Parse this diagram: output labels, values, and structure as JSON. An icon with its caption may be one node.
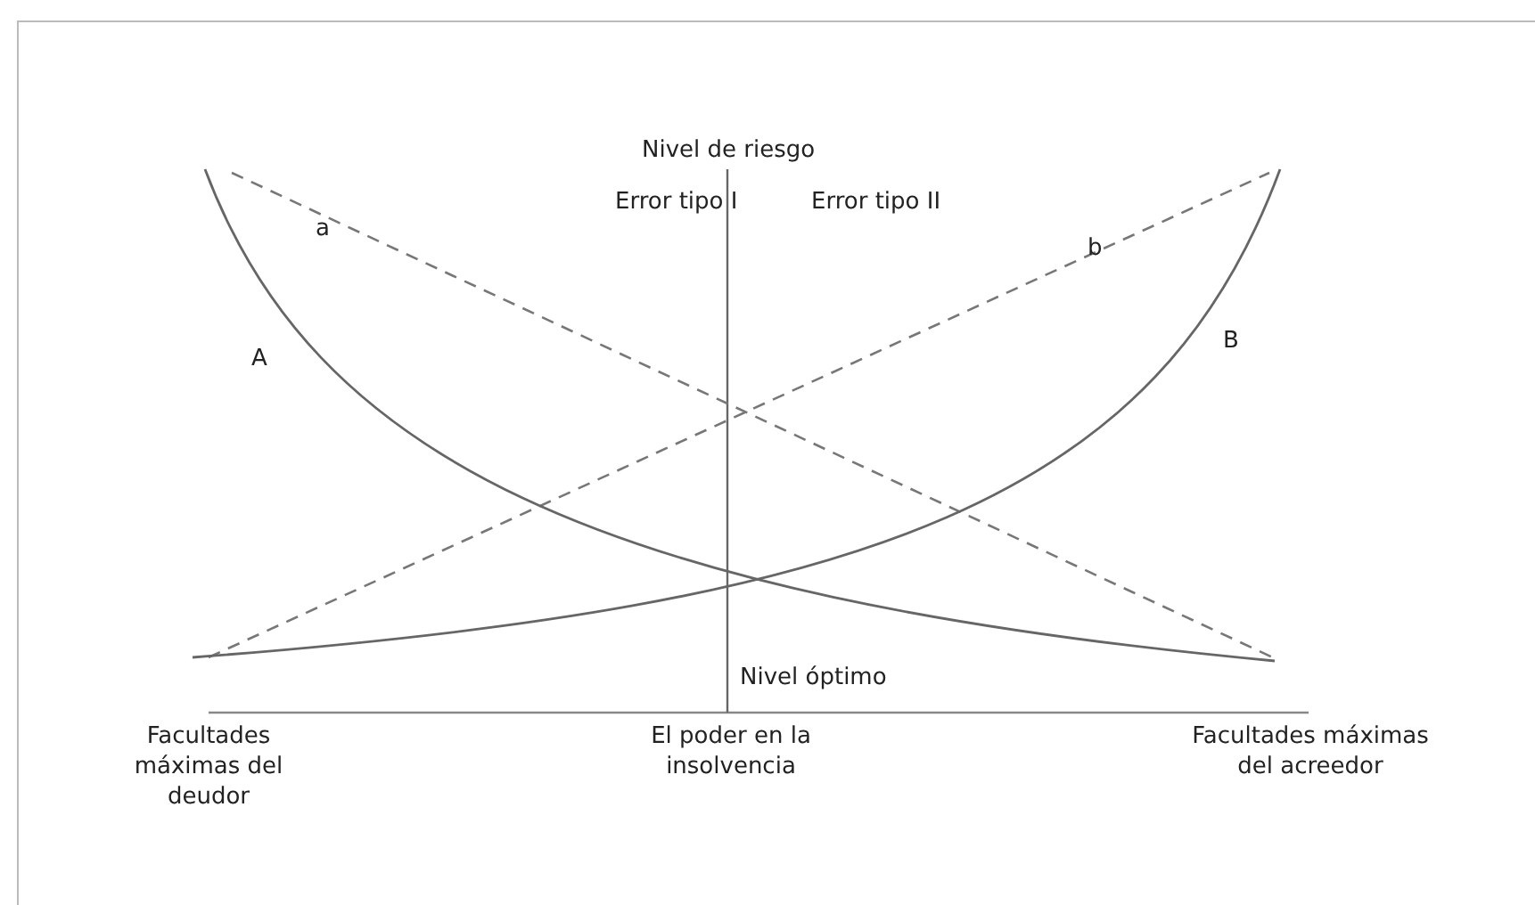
{
  "diagram": {
    "labels": [
      "Nivel de riesgo",
      "Error tipo I",
      "Error tipo II",
      "a",
      "b",
      "A",
      "B",
      "Nivel óptimo",
      "Facultades máximas del deudor",
      "El poder en la insolvencia",
      "Facultades máximas del acreedor"
    ]
  }
}
